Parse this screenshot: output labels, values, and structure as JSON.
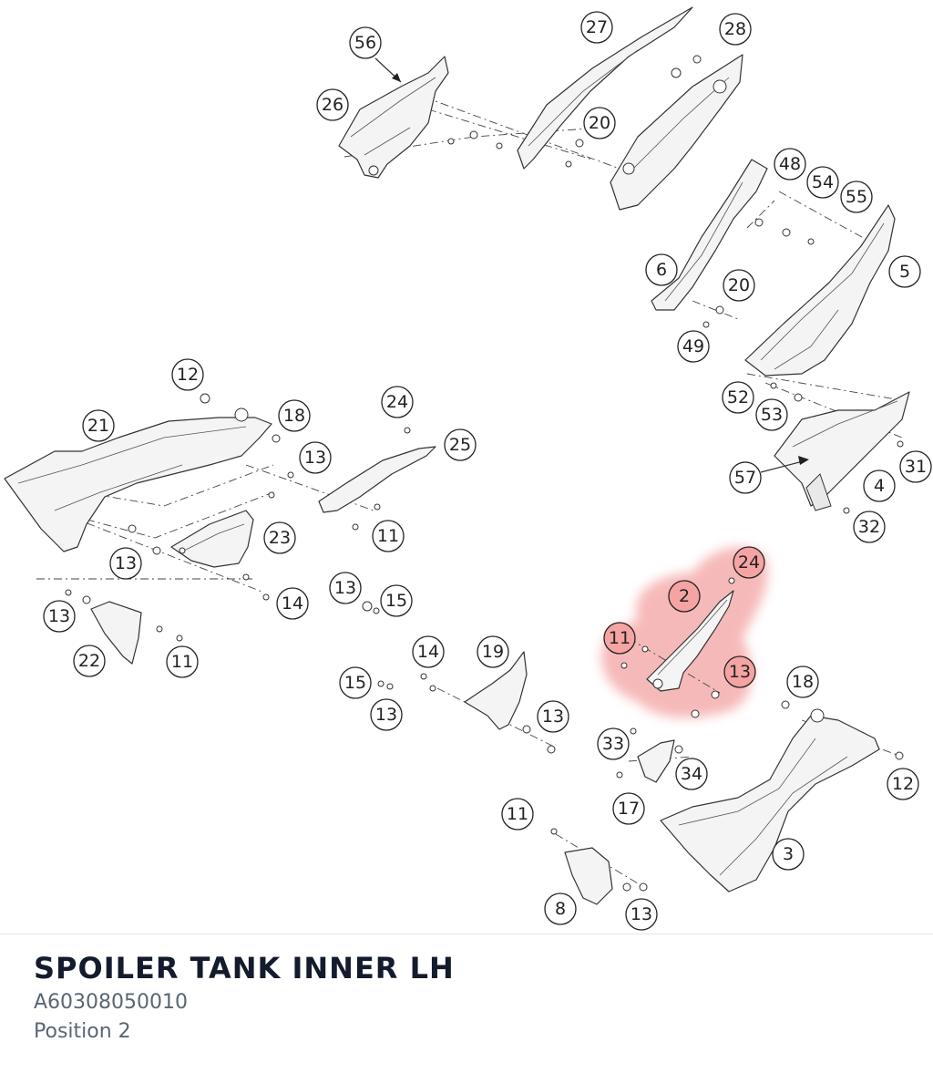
{
  "title": "SPOILER TANK INNER LH",
  "part_number": "A60308050010",
  "position": "Position 2",
  "highlight_color": "#f08080",
  "callouts": {
    "c56": "56",
    "c26": "26",
    "c27": "27",
    "c28": "28",
    "c20a": "20",
    "c48": "48",
    "c54": "54",
    "c55": "55",
    "c6": "6",
    "c5": "5",
    "c20b": "20",
    "c49": "49",
    "c52": "52",
    "c53": "53",
    "c31": "31",
    "c57": "57",
    "c4": "4",
    "c32": "32",
    "c12a": "12",
    "c18a": "18",
    "c21": "21",
    "c24a": "24",
    "c25": "25",
    "c13a": "13",
    "c23": "23",
    "c11a": "11",
    "c13b": "13",
    "c13c": "13",
    "c15a": "15",
    "c14a": "14",
    "c13d": "13",
    "c22": "22",
    "c11b": "11",
    "c14b": "14",
    "c19": "19",
    "c15b": "15",
    "c13e": "13",
    "c13f": "13",
    "c24b": "24",
    "c2": "2",
    "c11c": "11",
    "c13g": "13",
    "c18b": "18",
    "c33": "33",
    "c34": "34",
    "c12b": "12",
    "c17": "17",
    "c11d": "11",
    "c3": "3",
    "c8": "8",
    "c13h": "13"
  }
}
